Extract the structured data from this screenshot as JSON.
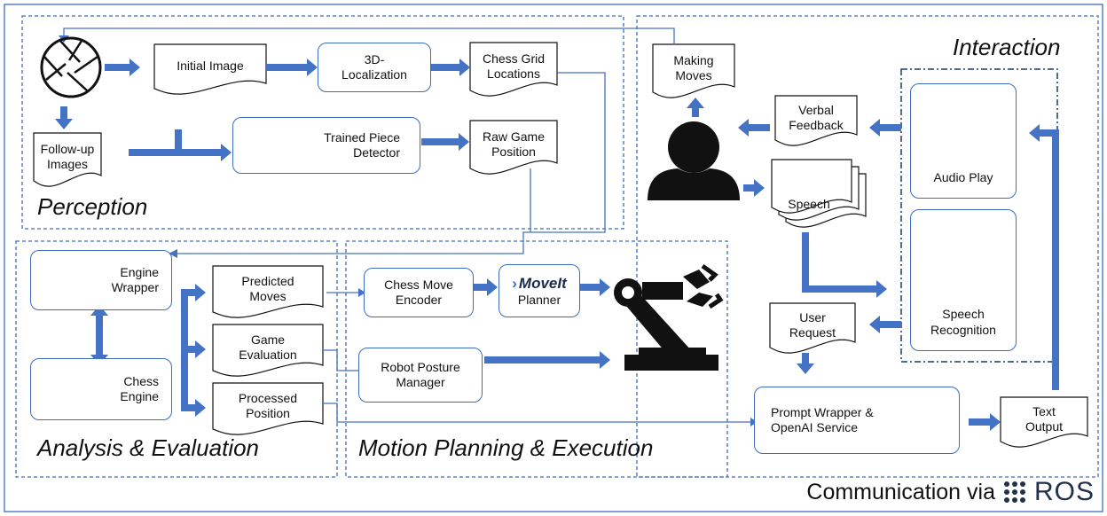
{
  "regions": {
    "perception": "Perception",
    "interaction": "Interaction",
    "analysis": "Analysis & Evaluation",
    "motion": "Motion Planning & Execution"
  },
  "nodes": {
    "initial_image": "Initial Image",
    "localization": [
      "3D-",
      "Localization"
    ],
    "chess_grid": [
      "Chess Grid",
      "Locations"
    ],
    "follow_up": [
      "Follow-up",
      "Images"
    ],
    "piece_detector": [
      "Trained Piece",
      "Detector"
    ],
    "raw_game": [
      "Raw Game",
      "Position"
    ],
    "making_moves": [
      "Making",
      "Moves"
    ],
    "verbal_feedback": [
      "Verbal",
      "Feedback"
    ],
    "speech": "Speech",
    "audio_play": "Audio Play",
    "speech_recognition": [
      "Speech",
      "Recognition"
    ],
    "user_request": [
      "User",
      "Request"
    ],
    "prompt_wrapper": [
      "Prompt Wrapper &",
      "OpenAI Service"
    ],
    "text_output": [
      "Text",
      "Output"
    ],
    "engine_wrapper": [
      "Engine",
      "Wrapper"
    ],
    "chess_engine": [
      "Chess",
      "Engine"
    ],
    "predicted_moves": [
      "Predicted",
      "Moves"
    ],
    "game_evaluation": [
      "Game",
      "Evaluation"
    ],
    "processed_position": [
      "Processed",
      "Position"
    ],
    "move_encoder": [
      "Chess Move",
      "Encoder"
    ],
    "moveit_logo": "MoveIt",
    "planner": "Planner",
    "posture_manager": [
      "Robot Posture",
      "Manager"
    ]
  },
  "footer": {
    "text": "Communication via",
    "ros": "ROS"
  },
  "icons": {
    "camera": "camera-shutter-icon",
    "cubes": "cubes-icon",
    "person": "person-icon",
    "speaker": "speaker-icon",
    "microphone": "microphone-icon",
    "openai": "openai-logo-icon",
    "engine_wrapper": "code-window-icon",
    "chess_engine": "search-list-icon",
    "robot": "robot-arm-icon"
  },
  "colors": {
    "accent": "#3E6DBF",
    "arrow": "#4472C4",
    "text": "#111111",
    "openai": "#5BAF8F"
  }
}
